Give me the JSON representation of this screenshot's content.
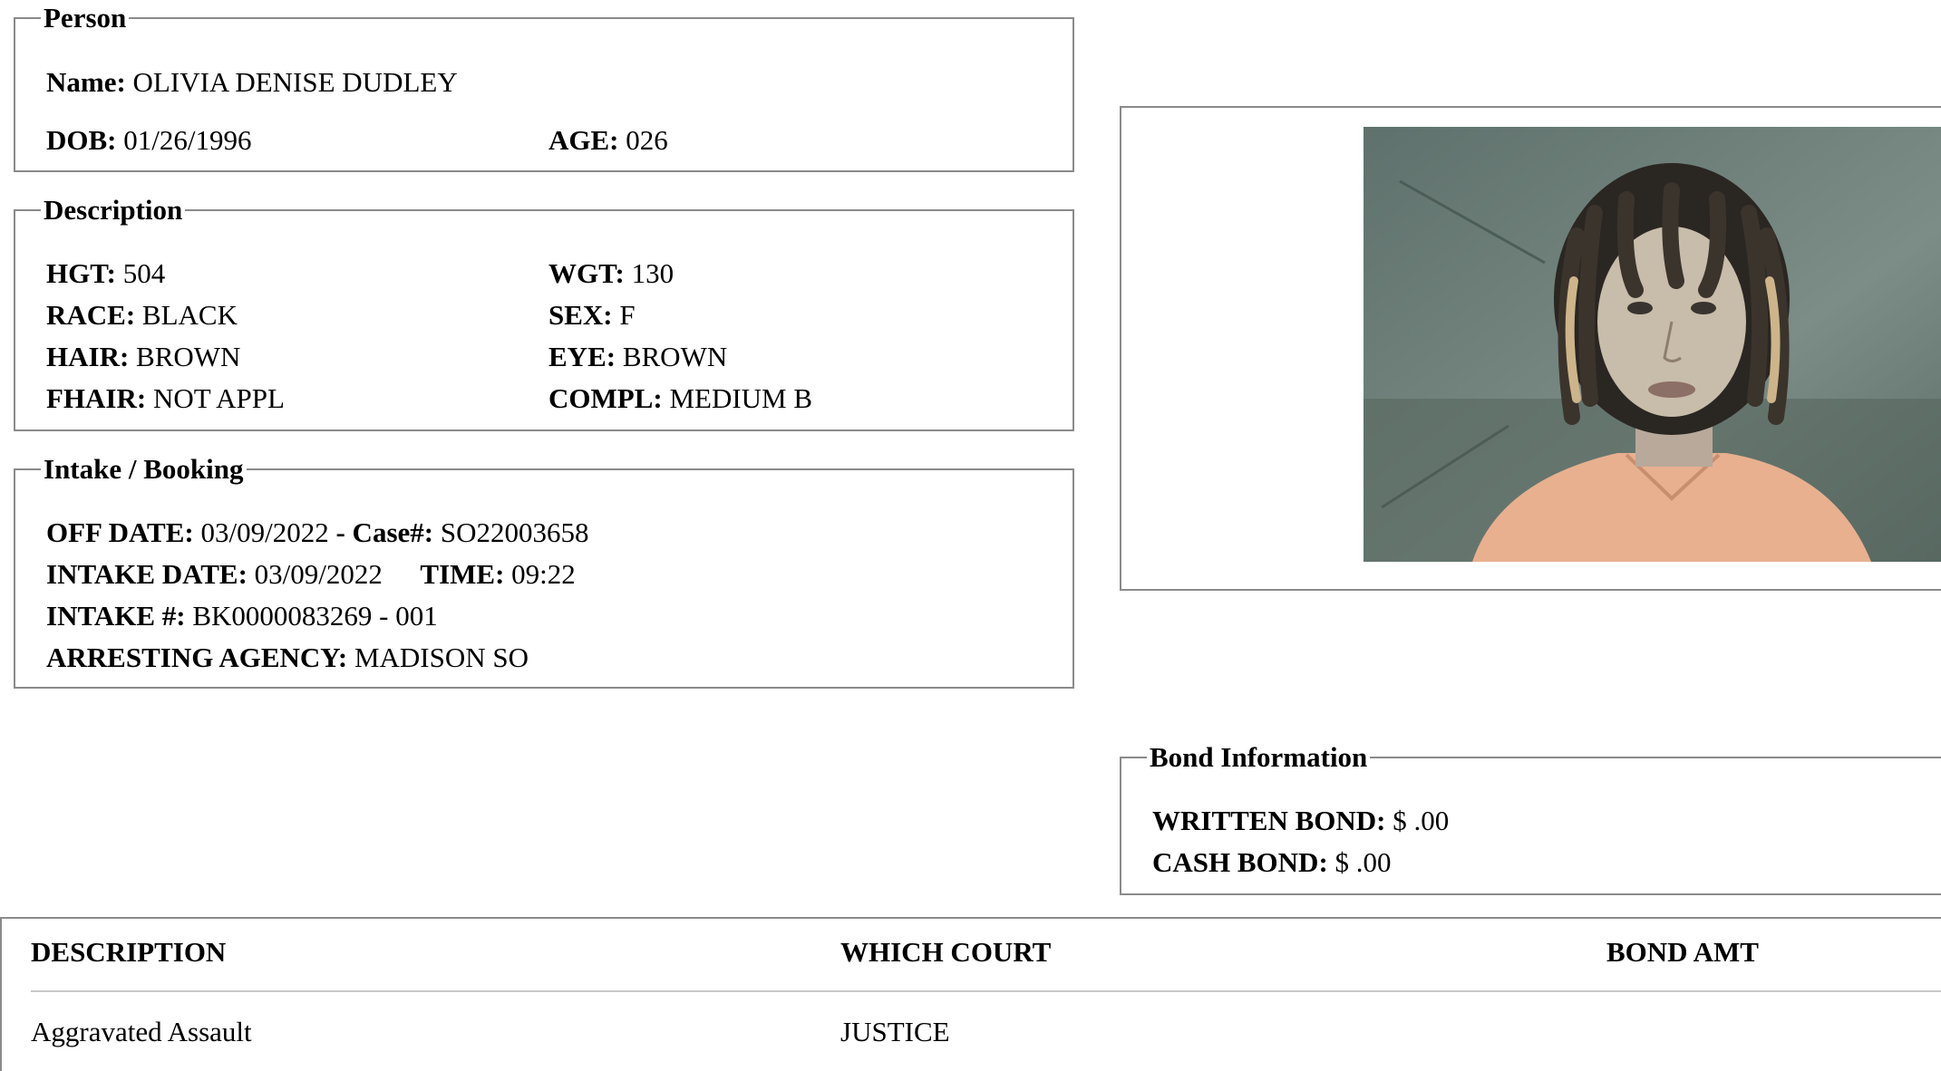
{
  "person": {
    "legend": "Person",
    "name_label": "Name:",
    "name": "OLIVIA DENISE DUDLEY",
    "dob_label": "DOB:",
    "dob": "01/26/1996",
    "age_label": "AGE:",
    "age": "026"
  },
  "description": {
    "legend": "Description",
    "hgt_label": "HGT:",
    "hgt": "504",
    "wgt_label": "WGT:",
    "wgt": "130",
    "race_label": "RACE:",
    "race": "BLACK",
    "sex_label": "SEX:",
    "sex": "F",
    "hair_label": "HAIR:",
    "hair": "BROWN",
    "eye_label": "EYE:",
    "eye": "BROWN",
    "fhair_label": "FHAIR:",
    "fhair": "NOT APPL",
    "compl_label": "COMPL:",
    "compl": "MEDIUM B"
  },
  "intake": {
    "legend": "Intake / Booking",
    "off_date_label": "OFF DATE:",
    "off_date": "03/09/2022",
    "case_label": "- Case#:",
    "case": "SO22003658",
    "intake_date_label": "INTAKE DATE:",
    "intake_date": "03/09/2022",
    "time_label": "TIME:",
    "time": "09:22",
    "intake_no_label": "INTAKE #:",
    "intake_no": "BK0000083269 - 001",
    "agency_label": "ARRESTING AGENCY:",
    "agency": "MADISON SO"
  },
  "bond": {
    "legend": "Bond Information",
    "written_label": "WRITTEN BOND:",
    "written": "$ .00",
    "cash_label": "CASH BOND:",
    "cash": "$ .00"
  },
  "charges": {
    "headers": [
      "DESCRIPTION",
      "WHICH COURT",
      "BOND AMT"
    ],
    "rows": [
      [
        "Aggravated Assault",
        "JUSTICE",
        ""
      ]
    ]
  },
  "colors": {
    "border": "#8a8a8a",
    "photo_bg": "#6f7f7a",
    "shirt": "#e8b08f"
  }
}
